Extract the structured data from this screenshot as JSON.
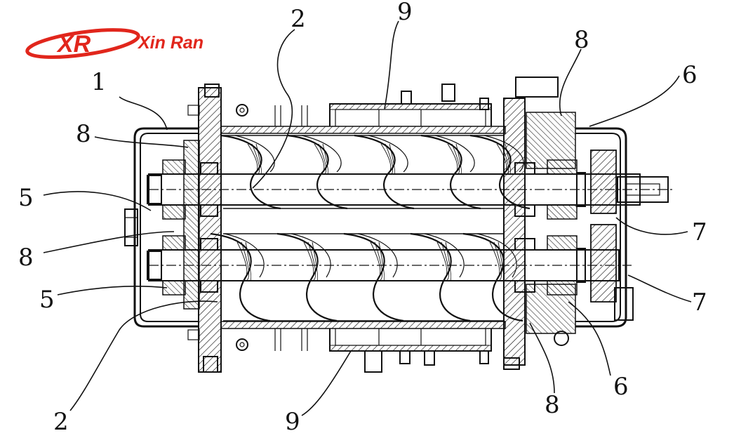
{
  "logo": {
    "mark": "XR",
    "name": "Xin Ran",
    "color": "#e1261c"
  },
  "labels": [
    {
      "id": "label-1-left-top",
      "text": "1"
    },
    {
      "id": "label-2-top",
      "text": "2"
    },
    {
      "id": "label-9-top",
      "text": "9"
    },
    {
      "id": "label-8-top-right",
      "text": "8"
    },
    {
      "id": "label-6-top-right",
      "text": "6"
    },
    {
      "id": "label-8-left-upper",
      "text": "8"
    },
    {
      "id": "label-5-left-upper",
      "text": "5"
    },
    {
      "id": "label-8-left-lower",
      "text": "8"
    },
    {
      "id": "label-5-left-lower",
      "text": "5"
    },
    {
      "id": "label-7-right-upper",
      "text": "7"
    },
    {
      "id": "label-7-right-lower",
      "text": "7"
    },
    {
      "id": "label-2-bottom",
      "text": "2"
    },
    {
      "id": "label-9-bottom",
      "text": "9"
    },
    {
      "id": "label-8-bottom-right",
      "text": "8"
    },
    {
      "id": "label-6-bottom-right",
      "text": "6"
    }
  ]
}
